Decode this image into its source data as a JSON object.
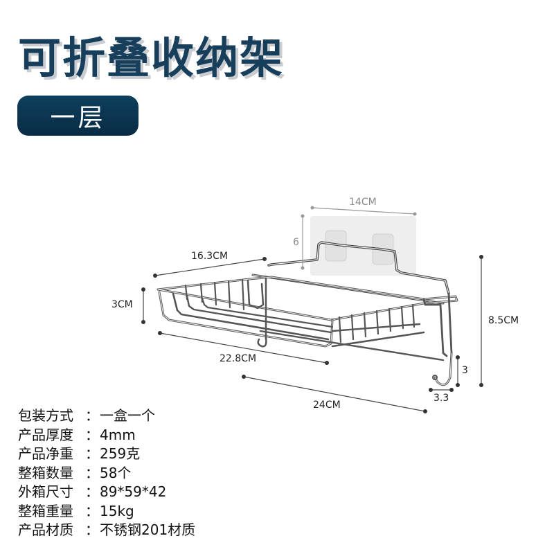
{
  "header": {
    "title": "可折叠收纳架",
    "badge": "一层"
  },
  "colors": {
    "title": "#173e5a",
    "title_shadow": "#c9ccd0",
    "badge_bg": "#0d3f5d",
    "badge_text": "#ffffff",
    "dimension_line": "#333333"
  },
  "dimensions": {
    "adhesive_width": "14CM",
    "adhesive_height": "6",
    "shelf_depth": "16.3CM",
    "basket_height": "3CM",
    "basket_length": "22.8CM",
    "total_length": "24CM",
    "total_height": "8.5CM",
    "hook_height": "3",
    "hook_width": "3.3"
  },
  "specs": [
    {
      "key": "包装方式",
      "sep": "：",
      "value": "一盒一个"
    },
    {
      "key": "产品厚度",
      "sep": "：",
      "value": "4mm"
    },
    {
      "key": "产品净重",
      "sep": "：",
      "value": "259克"
    },
    {
      "key": "整箱数量",
      "sep": "：",
      "value": "58个"
    },
    {
      "key": "外箱尺寸",
      "sep": "：",
      "value": "89*59*42"
    },
    {
      "key": "整箱重量",
      "sep": "：",
      "value": "15kg"
    },
    {
      "key": "产品材质",
      "sep": "：",
      "value": "不锈钢201材质"
    }
  ]
}
